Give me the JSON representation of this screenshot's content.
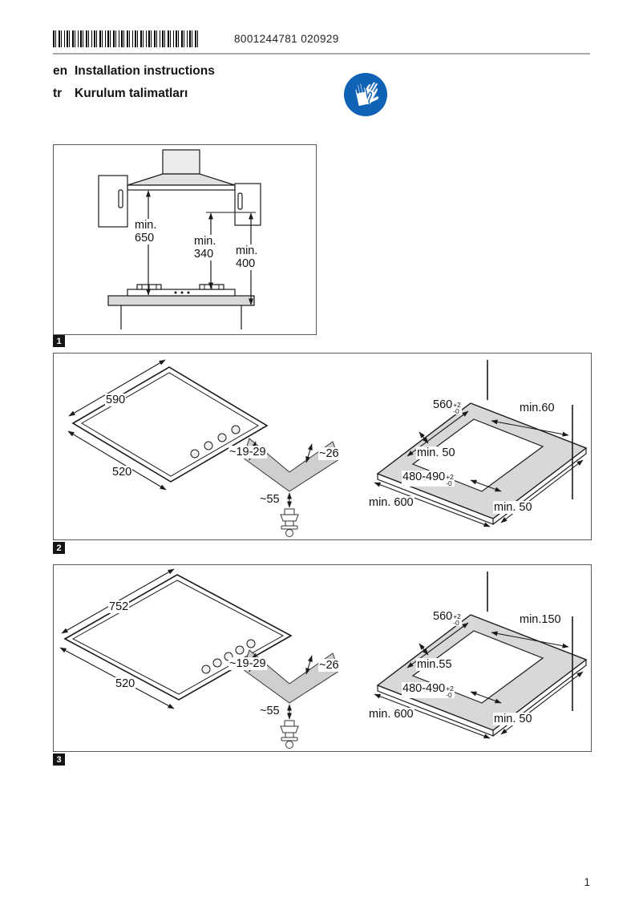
{
  "page": {
    "number": "1"
  },
  "header": {
    "barcode_text": "8001244781 020929",
    "languages": [
      {
        "code": "en",
        "title": "Installation instructions"
      },
      {
        "code": "tr",
        "title": "Kurulum talimatları"
      }
    ]
  },
  "colors": {
    "mandatory_blue": "#0f62b5"
  },
  "figure_hood": {
    "badge": "1",
    "hood_to_hob": "min.\n650",
    "hood_to_burners": "min.\n340",
    "hood_to_worktop": "min.\n400"
  },
  "figure_hob_60": {
    "badge": "2",
    "hob_width": "590",
    "hob_depth": "520",
    "worktop_thickness": "~19-29",
    "profile_depth": "~26",
    "gas_inlet_clearance": "~55",
    "cutout": {
      "width": "560",
      "width_tol_plus": "+2",
      "width_tol_minus": "-0",
      "side_clearance": "min.60",
      "rear_clearance": "min. 50",
      "depth": "480-490",
      "depth_tol_plus": "+2",
      "depth_tol_minus": "-0",
      "worktop_depth": "min. 600",
      "front_clearance": "min. 50"
    }
  },
  "figure_hob_75": {
    "badge": "3",
    "hob_width": "752",
    "hob_depth": "520",
    "worktop_thickness": "~19-29",
    "profile_depth": "~26",
    "gas_inlet_clearance": "~55",
    "cutout": {
      "width": "560",
      "width_tol_plus": "+2",
      "width_tol_minus": "-0",
      "side_clearance": "min.150",
      "rear_clearance": "min.55",
      "depth": "480-490",
      "depth_tol_plus": "+2",
      "depth_tol_minus": "-0",
      "worktop_depth": "min. 600",
      "front_clearance": "min. 50"
    }
  }
}
